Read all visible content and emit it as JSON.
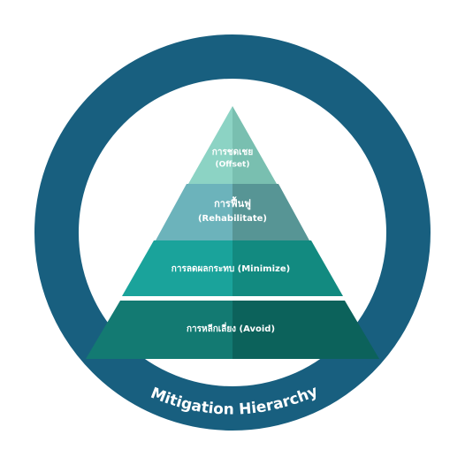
{
  "diagram": {
    "ring_label": "Mitigation Hierarchy",
    "tiers": [
      {
        "id": "offset",
        "line1": "การชดเชย",
        "line2": "(Offset)",
        "color_left": "#8cd3c4",
        "color_right": "#79bfb0"
      },
      {
        "id": "rehabilitate",
        "line1": "การฟื้นฟู",
        "line2": "(Rehabilitate)",
        "color_left": "#6cb3bb",
        "color_right": "#579595"
      },
      {
        "id": "minimize",
        "line1": "การลดผลกระทบ (Minimize)",
        "line2": "",
        "color_left": "#1aa39b",
        "color_right": "#128a80"
      },
      {
        "id": "avoid",
        "line1": "การหลีกเลี่ยง (Avoid)",
        "line2": "",
        "color_left": "#137a72",
        "color_right": "#0c625b"
      }
    ],
    "colors": {
      "ring": "#185f7f",
      "background": "#ffffff"
    }
  }
}
